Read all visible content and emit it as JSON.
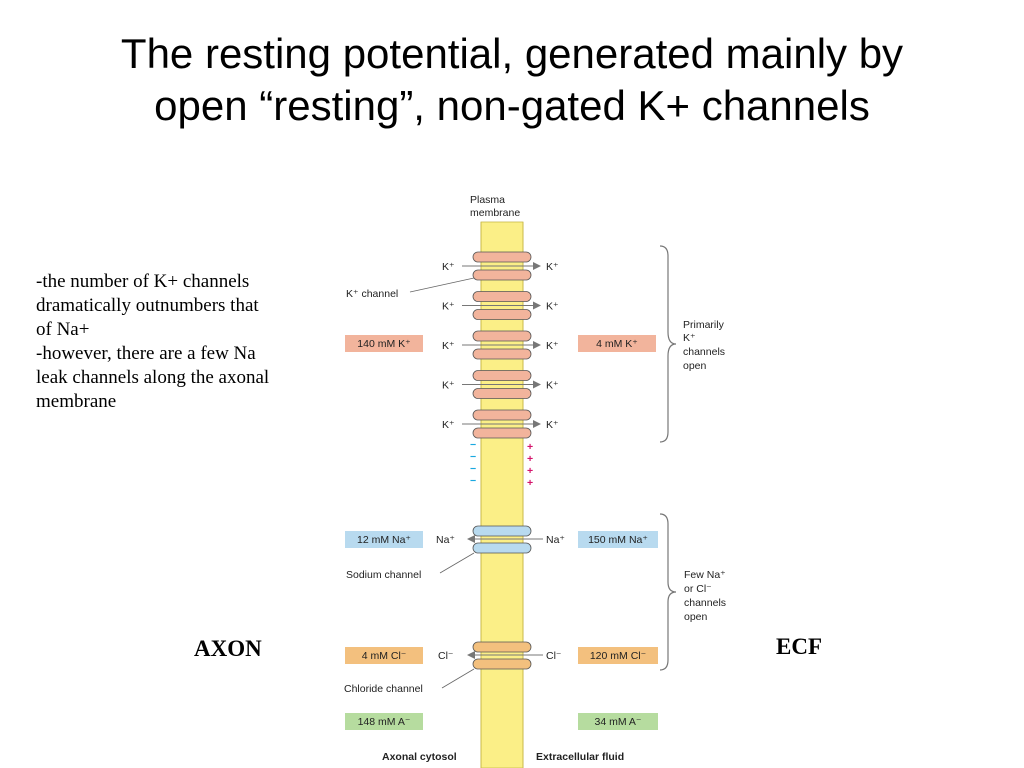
{
  "slide": {
    "title_line1": "The resting potential, generated mainly by",
    "title_line2": "open “resting”, non-gated K+ channels",
    "notes": [
      "-the number of K+ channels",
      "dramatically outnumbers that",
      "of Na+",
      "-however, there are a few Na",
      "leak channels along the axonal",
      "membrane"
    ],
    "left_side_label": "AXON",
    "right_side_label": "ECF"
  },
  "diagram": {
    "membrane_label_1": "Plasma",
    "membrane_label_2": "membrane",
    "k_ion": "K⁺",
    "k_channel_label": "K⁺ channel",
    "k_inside_conc": "140 mM K⁺",
    "k_outside_conc": "4 mM K⁺",
    "k_channel_count": 5,
    "k_bracket_label": [
      "Primarily",
      "K⁺",
      "channels",
      "open"
    ],
    "inner_charges": [
      "−",
      "−",
      "−",
      "−"
    ],
    "outer_charges": [
      "+",
      "+",
      "+",
      "+"
    ],
    "na_ion": "Na⁺",
    "na_inside_conc": "12 mM Na⁺",
    "na_outside_conc": "150 mM Na⁺",
    "na_channel_label": "Sodium channel",
    "cl_ion": "Cl⁻",
    "cl_inside_conc": "4 mM Cl⁻",
    "cl_outside_conc": "120 mM Cl⁻",
    "cl_channel_label": "Chloride channel",
    "anion_inside_conc": "148 mM A⁻",
    "anion_outside_conc": "34 mM A⁻",
    "nacl_bracket_label": [
      "Few Na⁺",
      "or Cl⁻",
      "channels",
      "open"
    ],
    "bottom_left_label": "Axonal cytosol",
    "bottom_right_label": "Extracellular fluid",
    "colors": {
      "membrane": "#fbef87",
      "k_channel": "#f2b49c",
      "na_channel": "#b8daef",
      "cl_channel": "#f3c07e",
      "k_box": "#f2b49c",
      "na_box": "#b8daef",
      "cl_box": "#f3c07e",
      "a_box": "#b6dc9f",
      "minus": "#1aa8e0",
      "plus": "#d4136b"
    }
  }
}
